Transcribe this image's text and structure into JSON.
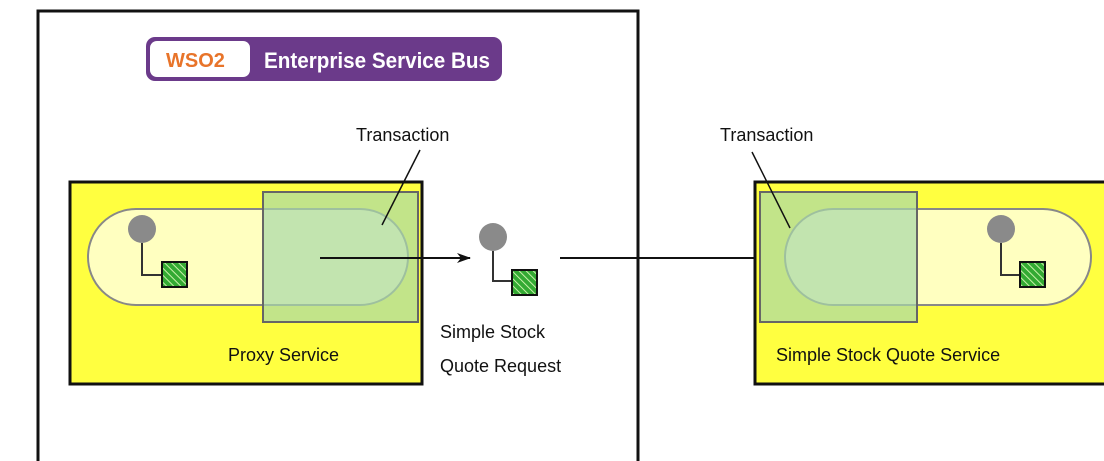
{
  "logo": {
    "brand": "WSO2",
    "title": "Enterprise Service Bus",
    "colors": {
      "frame": "#6b3a8a",
      "text_fill": "#ffffff",
      "brand_text": "#e8742a"
    }
  },
  "labels": {
    "transaction_left": "Transaction",
    "transaction_right": "Transaction",
    "proxy_service": "Proxy Service",
    "request_line1": "Simple Stock",
    "request_line2": "Quote Request",
    "quote_service": "Simple Stock Quote Service"
  },
  "colors": {
    "service_box": "#ffff40",
    "pipeline": "#ffffc0",
    "transaction_zone": "#b9d9a8",
    "endpoint_circle": "#8a8a8a",
    "endpoint_square": "#33aa33",
    "stroke": "#111111"
  },
  "icons": [
    "gray-circle-icon",
    "hatched-green-square-icon",
    "arrow-icon"
  ]
}
